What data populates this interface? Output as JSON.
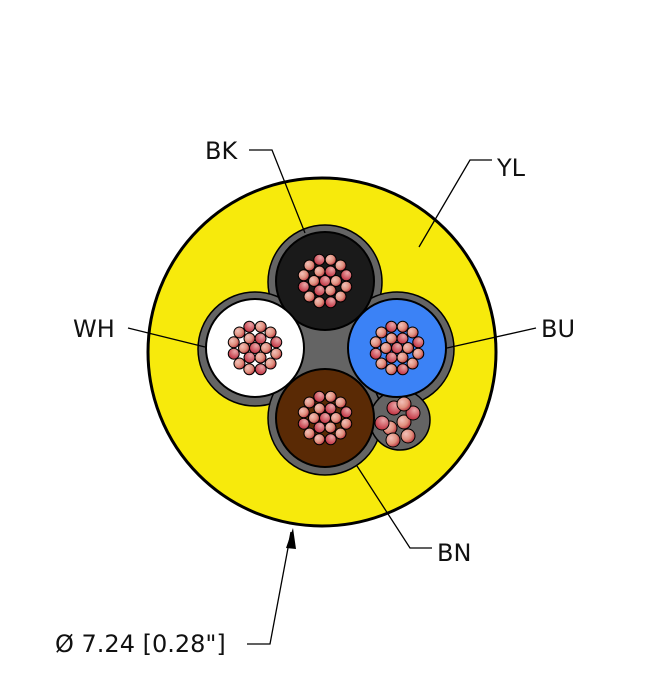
{
  "labels": {
    "black": "BK",
    "yellow": "YL",
    "white": "WH",
    "blue": "BU",
    "brown": "BN"
  },
  "dimension": "Ø 7.24 [0.28\"]",
  "colors": {
    "jacket": "#f7ea0c",
    "filler": "#646464",
    "black": "#1a1a1a",
    "white": "#ffffff",
    "blue": "#3b82f6",
    "brown": "#5a2a05",
    "copper_light": "#e8a8a0",
    "copper_dark": "#b8323c"
  }
}
